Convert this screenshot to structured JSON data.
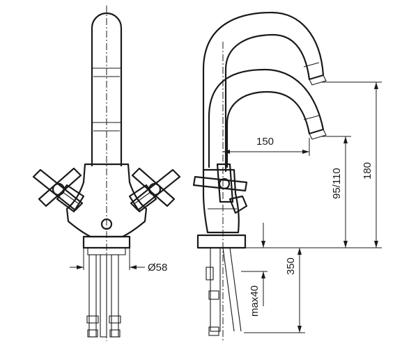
{
  "dimensions": {
    "spout_reach": "150",
    "spout_height": "95/110",
    "total_height": "180",
    "base_diameter": "Ø58",
    "hose_length": "350",
    "deck_thickness": "max40"
  }
}
